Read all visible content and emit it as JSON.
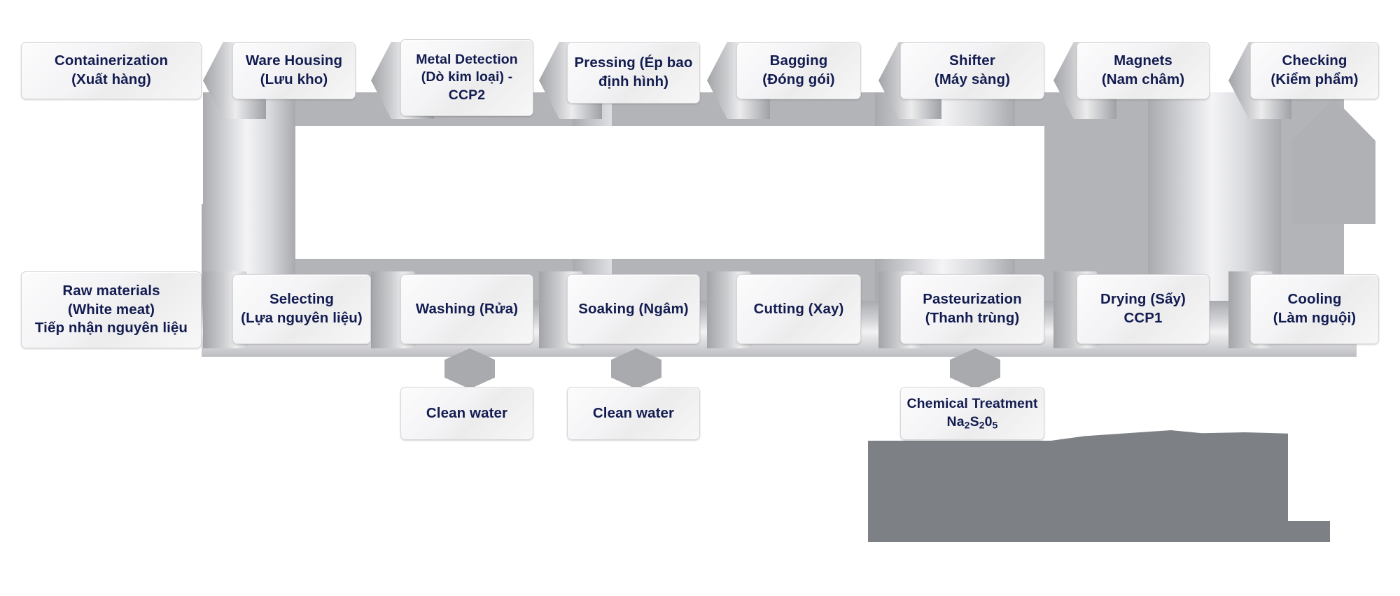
{
  "diagram": {
    "title": "Food production process flow diagram",
    "text_color": "#131C50",
    "box_fill": "#f3f3f5",
    "arrow_color": "#b0b1b5",
    "background": "#ffffff"
  },
  "top_row": {
    "direction": "right-to-left",
    "nodes": [
      {
        "id": "containerization",
        "line1": "Containerization",
        "line2": "(Xuất hàng)"
      },
      {
        "id": "warehousing",
        "line1": "Ware Housing",
        "line2": "(Lưu kho)"
      },
      {
        "id": "metal-detection",
        "line1": "Metal Detection",
        "line2": "(Dò kim loại) -",
        "line3": "CCP2"
      },
      {
        "id": "pressing",
        "line1": "Pressing (Ép bao",
        "line2": "định hình)"
      },
      {
        "id": "bagging",
        "line1": "Bagging",
        "line2": "(Đóng gói)"
      },
      {
        "id": "shifter",
        "line1": "Shifter",
        "line2": "(Máy sàng)"
      },
      {
        "id": "magnets",
        "line1": "Magnets",
        "line2": "(Nam châm)"
      },
      {
        "id": "checking",
        "line1": "Checking",
        "line2": "(Kiểm phẩm)"
      }
    ]
  },
  "bottom_row": {
    "direction": "left-to-right",
    "nodes": [
      {
        "id": "raw-materials",
        "line1": "Raw materials",
        "line2": "(White meat)",
        "line3": "Tiếp nhận nguyên liệu"
      },
      {
        "id": "selecting",
        "line1": "Selecting",
        "line2": "(Lựa nguyên liệu)"
      },
      {
        "id": "washing",
        "line1": "Washing (Rửa)"
      },
      {
        "id": "soaking",
        "line1": "Soaking (Ngâm)"
      },
      {
        "id": "cutting",
        "line1": "Cutting (Xay)"
      },
      {
        "id": "pasteurization",
        "line1": "Pasteurization",
        "line2": "(Thanh trùng)"
      },
      {
        "id": "drying",
        "line1": "Drying (Sấy)",
        "line2": "CCP1"
      },
      {
        "id": "cooling",
        "line1": "Cooling",
        "line2": "(Làm nguội)"
      }
    ]
  },
  "inputs": [
    {
      "id": "clean-water-washing",
      "line1": "Clean water",
      "feeds": "washing"
    },
    {
      "id": "clean-water-soaking",
      "line1": "Clean water",
      "feeds": "soaking"
    },
    {
      "id": "chemical-treatment",
      "line1": "Chemical Treatment",
      "formula_parts": [
        "Na",
        "2",
        "S",
        "2",
        "0",
        "5"
      ],
      "feeds": "pasteurization"
    }
  ],
  "connectors": {
    "top_arrow_label": "left-arrow",
    "bottom_arrow_label": "right-arrow",
    "input_arrow_label": "up-arrow",
    "wrap_arrow_label": "up-arrow"
  }
}
